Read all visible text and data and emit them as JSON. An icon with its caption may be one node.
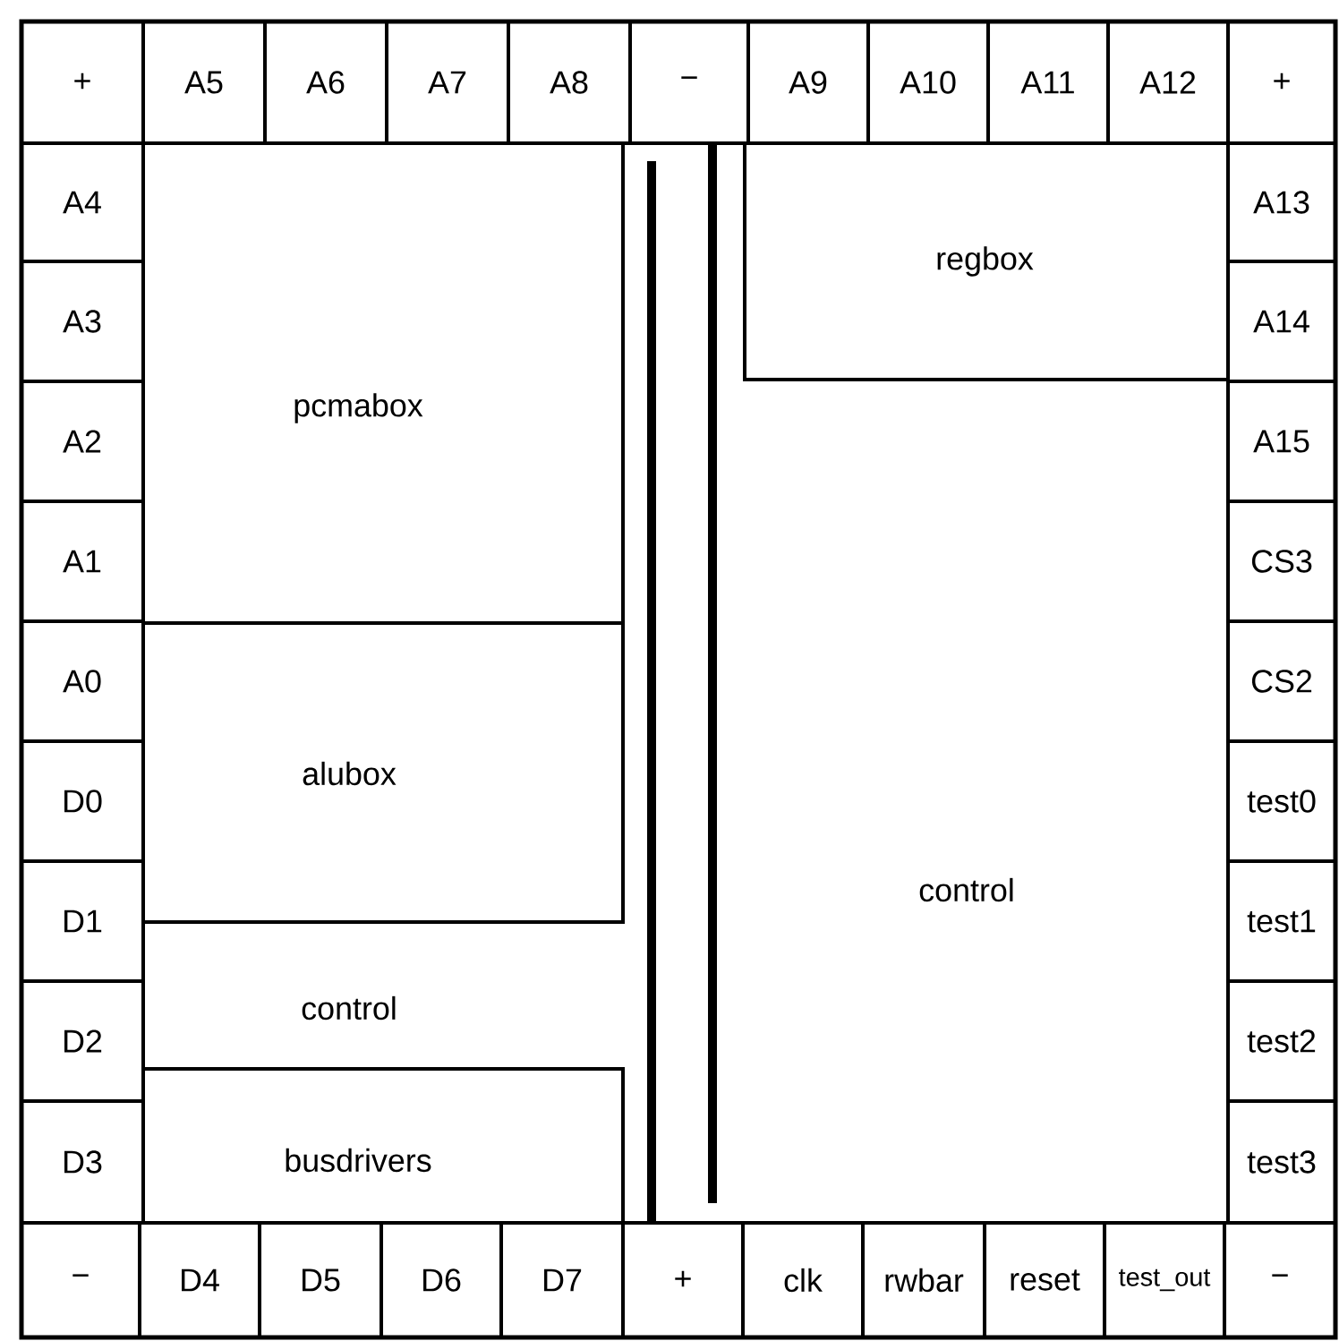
{
  "diagram": {
    "nodes": [
      {
        "text": [
          "+"
        ]
      },
      {
        "text": [
          "A5"
        ]
      },
      {
        "text": [
          "A6"
        ]
      },
      {
        "text": [
          "A7"
        ]
      },
      {
        "text": [
          "A8"
        ]
      },
      {
        "text": [
          "−"
        ]
      },
      {
        "text": [
          "A9"
        ]
      },
      {
        "text": [
          "A10"
        ]
      },
      {
        "text": [
          "A11"
        ]
      },
      {
        "text": [
          "A12"
        ]
      },
      {
        "text": [
          "+"
        ]
      },
      {
        "text": [
          "A4"
        ]
      },
      {
        "text": [
          "A3"
        ]
      },
      {
        "text": [
          "A2"
        ]
      },
      {
        "text": [
          "A1"
        ]
      },
      {
        "text": [
          "A0"
        ]
      },
      {
        "text": [
          "D0"
        ]
      },
      {
        "text": [
          "D1"
        ]
      },
      {
        "text": [
          "D2"
        ]
      },
      {
        "text": [
          "D3"
        ]
      },
      {
        "text": [
          "pcmabox"
        ]
      },
      {
        "text": [
          "alubox"
        ]
      },
      {
        "text": [
          "control"
        ]
      },
      {
        "text": [
          "busdrivers"
        ]
      },
      {
        "text": [
          "regbox"
        ]
      },
      {
        "text": [
          "control"
        ]
      },
      {
        "text": [
          "A13"
        ]
      },
      {
        "text": [
          "A14"
        ]
      },
      {
        "text": [
          "A15"
        ]
      },
      {
        "text": [
          "CS3"
        ]
      },
      {
        "text": [
          "CS2"
        ]
      },
      {
        "text": [
          "test0"
        ]
      },
      {
        "text": [
          "test1"
        ]
      },
      {
        "text": [
          "test2"
        ]
      },
      {
        "text": [
          "test3"
        ]
      },
      {
        "text": [
          "−"
        ]
      },
      {
        "text": [
          "D4"
        ]
      },
      {
        "text": [
          "D5"
        ]
      },
      {
        "text": [
          "D6"
        ]
      },
      {
        "text": [
          "D7"
        ]
      },
      {
        "text": [
          "+"
        ]
      },
      {
        "text": [
          "clk"
        ]
      },
      {
        "text": [
          "rwbar"
        ]
      },
      {
        "text": [
          "reset"
        ]
      },
      {
        "text": [
          "test_out"
        ]
      },
      {
        "text": [
          "−"
        ]
      }
    ]
  }
}
